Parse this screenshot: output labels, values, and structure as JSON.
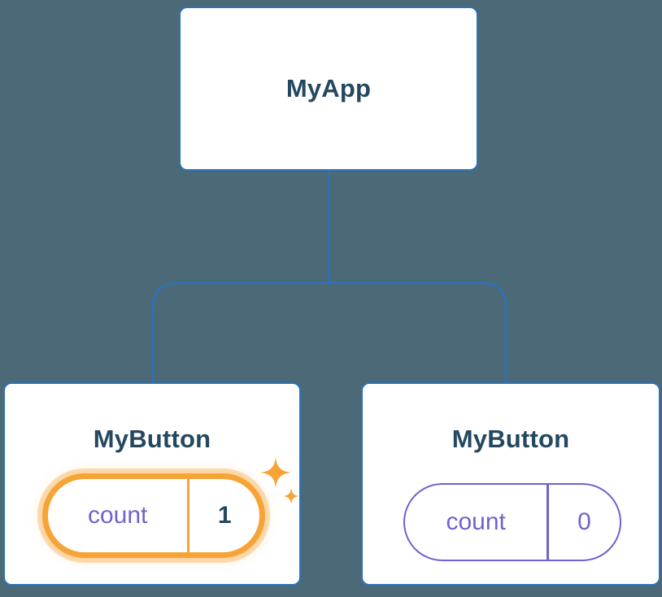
{
  "diagram": {
    "type": "component-state-tree",
    "root": {
      "label": "MyApp"
    },
    "children": [
      {
        "label": "MyButton",
        "state": {
          "name": "count",
          "value": "1"
        },
        "highlighted": true
      },
      {
        "label": "MyButton",
        "state": {
          "name": "count",
          "value": "0"
        },
        "highlighted": false
      }
    ]
  },
  "colors": {
    "bg": "#4C6977",
    "box-bg": "#FFFFFF",
    "line-blue": "#2B72B8",
    "title-navy": "#23485F",
    "purple": "#6F63CE",
    "orange": "#F6A436",
    "orange-glow": "rgba(246, 164, 54, 0.35)"
  }
}
